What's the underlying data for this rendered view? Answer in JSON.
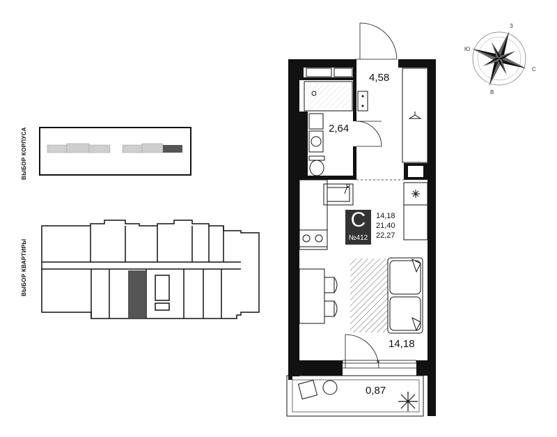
{
  "selectors": {
    "building_label": "ВЫБОР КОРПУСА",
    "apartment_label": "ВЫБОР КВАРТИРЫ"
  },
  "rooms": {
    "loggia_top": "4,58",
    "bathroom": "2,64",
    "living": "14,18",
    "balcony": "0,87"
  },
  "badge": {
    "type_letter": "С",
    "number": "№412",
    "areas": [
      "14,18",
      "21,40",
      "22,27"
    ]
  },
  "compass": {
    "north": "З",
    "east": "С",
    "south": "В",
    "west": "Ю"
  },
  "colors": {
    "wall": "#111111",
    "selected": "#555555",
    "unselected": "#cfcfcf",
    "badge_bg": "#333333"
  }
}
